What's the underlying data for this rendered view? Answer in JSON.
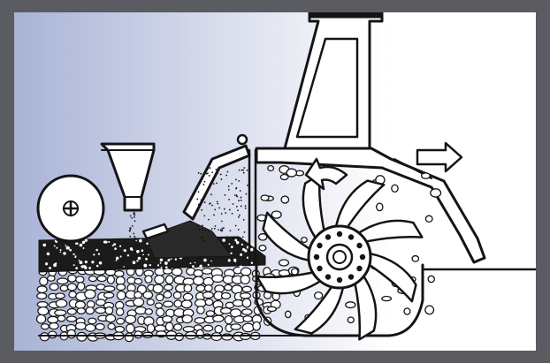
{
  "diagram": {
    "frame_color": "#5a5c62",
    "background_gradient": {
      "left": "#a9b3d6",
      "right": "#ffffff"
    },
    "ink_color": "#141414",
    "components": [
      {
        "name": "roller",
        "icon": "roller-with-cross-hub"
      },
      {
        "name": "hopper",
        "icon": "conical-funnel"
      },
      {
        "name": "hood",
        "icon": "machine-hood"
      },
      {
        "name": "exhaust-chute",
        "icon": "top-chute"
      },
      {
        "name": "rotor",
        "icon": "bladed-rotor"
      },
      {
        "name": "rotation-arrow",
        "icon": "curved-arrow"
      },
      {
        "name": "direction-arrow",
        "icon": "right-arrow"
      },
      {
        "name": "ground-layers",
        "icon": "stone-and-soil-layers"
      }
    ]
  }
}
